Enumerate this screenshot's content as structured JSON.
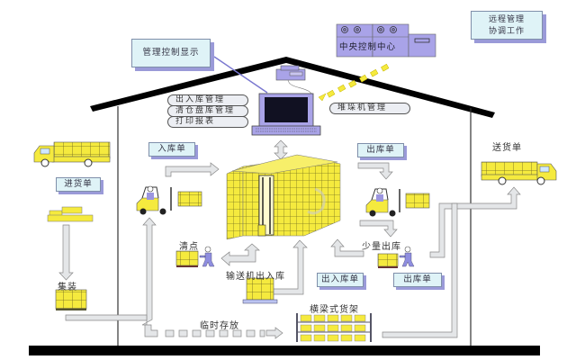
{
  "title": "自动化立体仓库作业流程示意图",
  "callouts": {
    "management_display": "管理控制显示",
    "remote_management_line1": "远程管理",
    "remote_management_line2": "协调工作"
  },
  "control_center": {
    "label": "中央控制中心"
  },
  "computer_functions": [
    "出入库管理",
    "清仓盘库管理",
    "打印报表"
  ],
  "stacker_management": "堆垛机管理",
  "documents": {
    "inbound_order": "入库单",
    "outbound_order_top": "出库单",
    "receiving_note": "进货单",
    "delivery_note": "送货单",
    "in_out_order": "出入库单",
    "outbound_order_bottom": "出库单"
  },
  "process_labels": {
    "counting": "清点",
    "consolidation": "集装",
    "conveyor_in_out": "输送机出入库",
    "small_outbound": "少量出库",
    "temporary_storage": "临时存放",
    "beam_rack": "横梁式货架"
  },
  "colors": {
    "cargo_yellow": "#f5e94a",
    "device_purple": "#a9a3e8",
    "card_bg": "#dff3f7",
    "arrow_gray": "#e4e6e8",
    "roof_black": "#000000"
  }
}
